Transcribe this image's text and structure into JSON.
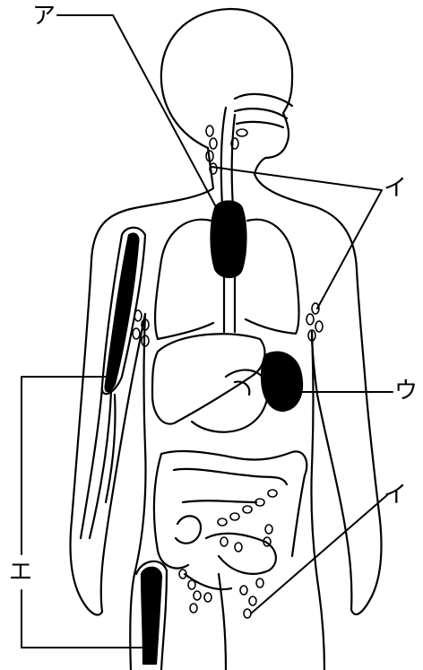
{
  "labels": {
    "a": "ア",
    "i_upper": "イ",
    "u": "ウ",
    "i_lower": "イ",
    "e": "エ"
  },
  "colors": {
    "line": "#000000",
    "background": "#ffffff"
  }
}
